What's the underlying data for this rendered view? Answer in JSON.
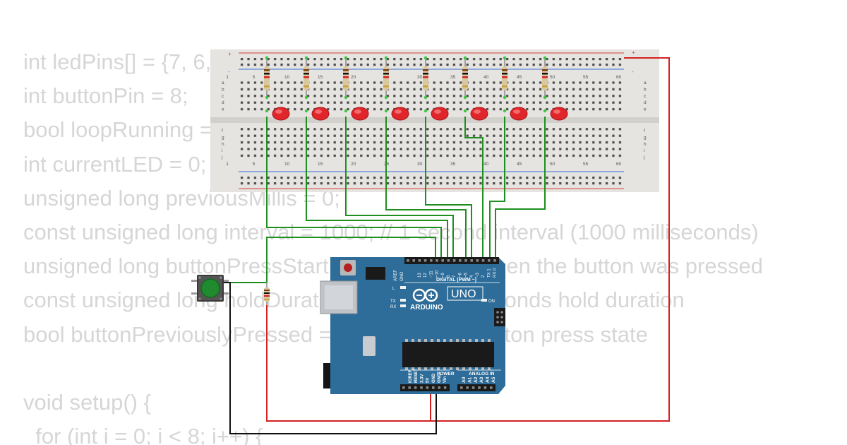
{
  "code_lines": [
    "int ledPins[] = {7, 6, 5, 4, 3, 2, 1, 0};",
    "int buttonPin = 8;",
    "bool loopRunning = false;",
    "int currentLED = 0;",
    "unsigned long previousMillis = 0;",
    "const unsigned long interval = 1000; // 1 second interval (1000 milliseconds)",
    "unsigned long buttonPressStart = 0; // To track when the button was pressed",
    "const unsigned long holdDuration = 2000; // 2 seconds hold duration",
    "bool buttonPreviouslyPressed = false; // Track button press state",
    "",
    "void setup() {",
    "  for (int i = 0; i < 8; i++) {"
  ],
  "breadboard": {
    "column_numbers": [
      "1",
      "5",
      "10",
      "15",
      "20",
      "25",
      "30",
      "35",
      "40",
      "45",
      "50",
      "55",
      "60"
    ],
    "row_letters_top": [
      "a",
      "b",
      "c",
      "d",
      "e"
    ],
    "row_letters_bottom": [
      "f",
      "g",
      "h",
      "i",
      "j"
    ],
    "rail_plus": "+",
    "rail_minus": "-"
  },
  "arduino": {
    "digital_header": "DIGITAL (PWM ~)",
    "model": "UNO",
    "brand": "ARDUINO",
    "power_header": "POWER",
    "analog_header": "ANALOG IN",
    "on_label": "ON",
    "l_label": "L",
    "tx_label": "TX",
    "rx_label": "RX",
    "aref_label": "AREF",
    "gnd_label": "GND",
    "digital_pins": [
      "13",
      "12",
      "~11",
      "~10",
      "~9",
      "8",
      "7",
      "~6",
      "~5",
      "4",
      "~3",
      "2",
      "TX 1",
      "RX 0"
    ],
    "power_pins": [
      "IOREF",
      "RESET",
      "3.3V",
      "5V",
      "GND",
      "GND",
      "Vin"
    ],
    "analog_pins": [
      "A0",
      "A1",
      "A2",
      "A3",
      "A4",
      "A5"
    ]
  },
  "colors": {
    "code_text": "#d6d6d6",
    "wire_green": "#1f8f1f",
    "wire_red": "#d42020",
    "wire_black": "#111111",
    "board_blue": "#2e6d99",
    "led_red": "#e0262a",
    "button_green": "#1f8a2e",
    "breadboard": "#e6e4e1"
  }
}
